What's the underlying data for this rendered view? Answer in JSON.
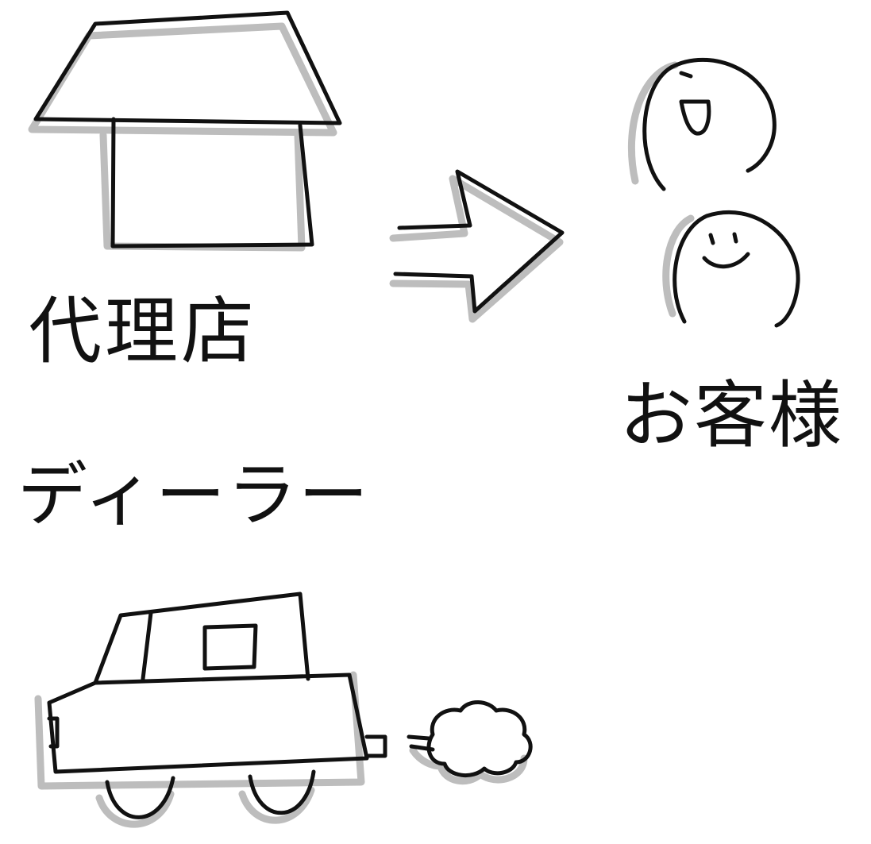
{
  "labels": {
    "agency": "代理店",
    "dealer": "ディーラー",
    "customer": "お客様"
  },
  "colors": {
    "ink": "#111111",
    "shadow": "#bdbdbd",
    "background": "#ffffff"
  },
  "icons": [
    "house-icon",
    "arrow-right-icon",
    "person-surprised-icon",
    "person-smiling-icon",
    "car-icon",
    "exhaust-cloud-icon"
  ]
}
